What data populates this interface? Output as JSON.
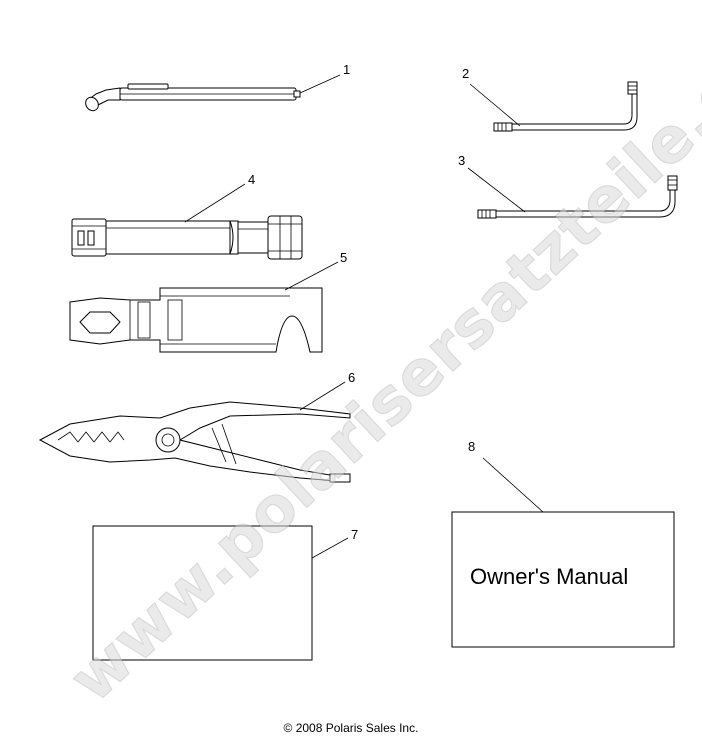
{
  "callouts": {
    "c1": "1",
    "c2": "2",
    "c3": "3",
    "c4": "4",
    "c5": "5",
    "c6": "6",
    "c7": "7",
    "c8": "8"
  },
  "manual": {
    "label": "Owner's Manual"
  },
  "watermark": {
    "text": "www.polarisersatzteile.de"
  },
  "footer": {
    "copyright": "© 2008 Polaris Sales Inc."
  }
}
